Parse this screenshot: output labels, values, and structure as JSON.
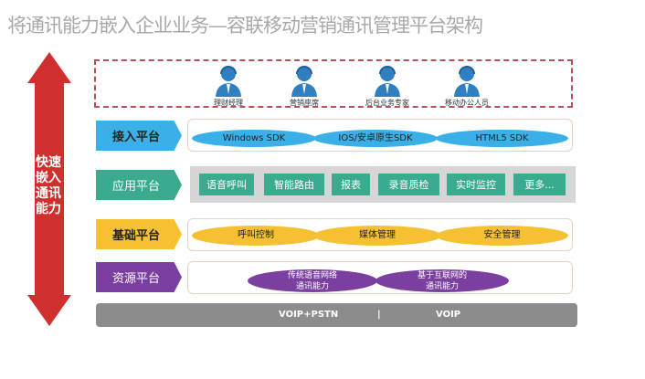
{
  "title": "将通讯能力嵌入企业业务—容联移动营销通讯管理平台架构",
  "arrow_text": [
    "快速",
    "嵌入",
    "通讯",
    "能力"
  ],
  "users": [
    "理财经理",
    "营销座席",
    "后台业务专家",
    "移动办公人员"
  ],
  "rows": [
    {
      "label": "接入平台",
      "color": "#3bb0e8",
      "items": [
        "Windows SDK",
        "IOS/安卓原生SDK",
        "HTML5 SDK"
      ]
    },
    {
      "label": "应用平台",
      "color": "#3aab8e",
      "items": [
        "语音呼叫",
        "智能路由",
        "报表",
        "录音质检",
        "实时监控",
        "更多..."
      ]
    },
    {
      "label": "基础平台",
      "color": "#f5c132",
      "items": [
        "呼叫控制",
        "媒体管理",
        "安全管理"
      ]
    },
    {
      "label": "资源平台",
      "color": "#7b3fa0",
      "items": [
        "传统语音网络\n通讯能力",
        "基于互联网的\n通讯能力"
      ]
    }
  ],
  "bottom_bar": {
    "left": "VOIP+PSTN",
    "sep": "|",
    "right": "VOIP"
  },
  "colors": {
    "arrow": "#d0302d",
    "title": "#a8a8a8",
    "bar": "#8c8c8c",
    "person": "#2f7fc1"
  }
}
